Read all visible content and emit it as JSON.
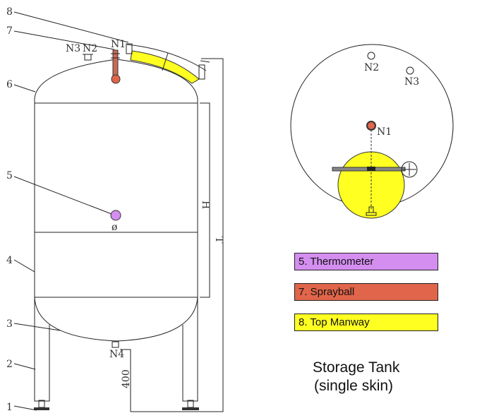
{
  "callouts": [
    "1",
    "2",
    "3",
    "4",
    "5",
    "6",
    "7",
    "8"
  ],
  "nozzles": {
    "n1": "N1",
    "n2": "N2",
    "n3": "N3",
    "n4": "N4"
  },
  "dimensions": {
    "height": "H",
    "total": "T",
    "diameter": "ø",
    "leg_clearance": "400"
  },
  "legend": [
    {
      "label": "5. Thermometer",
      "color": "#d48ef0"
    },
    {
      "label": "7. Sprayball",
      "color": "#e0654a"
    },
    {
      "label": "8.  Top Manway",
      "color": "#ffff22"
    }
  ],
  "title": {
    "line1": "Storage Tank",
    "line2": "(single skin)"
  }
}
